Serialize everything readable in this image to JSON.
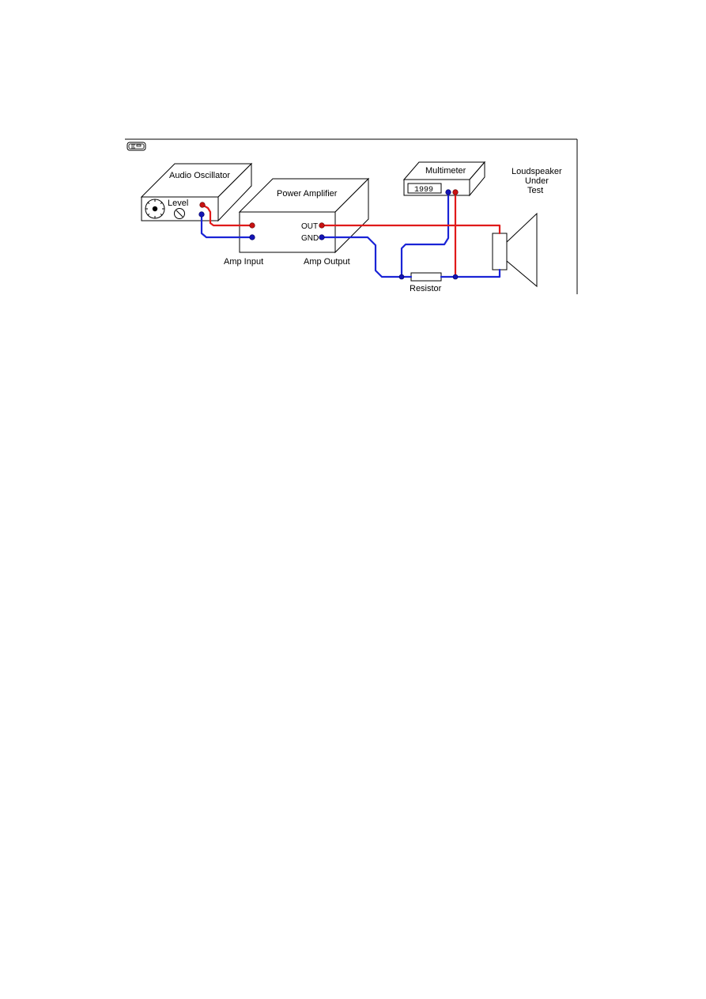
{
  "logo": {
    "text": "ESP"
  },
  "devices": {
    "oscillator": {
      "title": "Audio Oscillator",
      "level_label": "Level"
    },
    "amplifier": {
      "title": "Power Amplifier",
      "out_label": "OUT",
      "gnd_label": "GND"
    },
    "multimeter": {
      "title": "Multimeter",
      "display": "1999"
    },
    "speaker": {
      "title_lines": [
        "Loudspeaker",
        "Under",
        "Test"
      ]
    }
  },
  "labels": {
    "amp_input": "Amp Input",
    "amp_output": "Amp Output",
    "resistor": "Resistor"
  },
  "colors": {
    "signal_wire": "#e01a1a",
    "ground_wire": "#1a24d6",
    "signal_terminal": "#c81212",
    "ground_terminal": "#1414b4"
  }
}
